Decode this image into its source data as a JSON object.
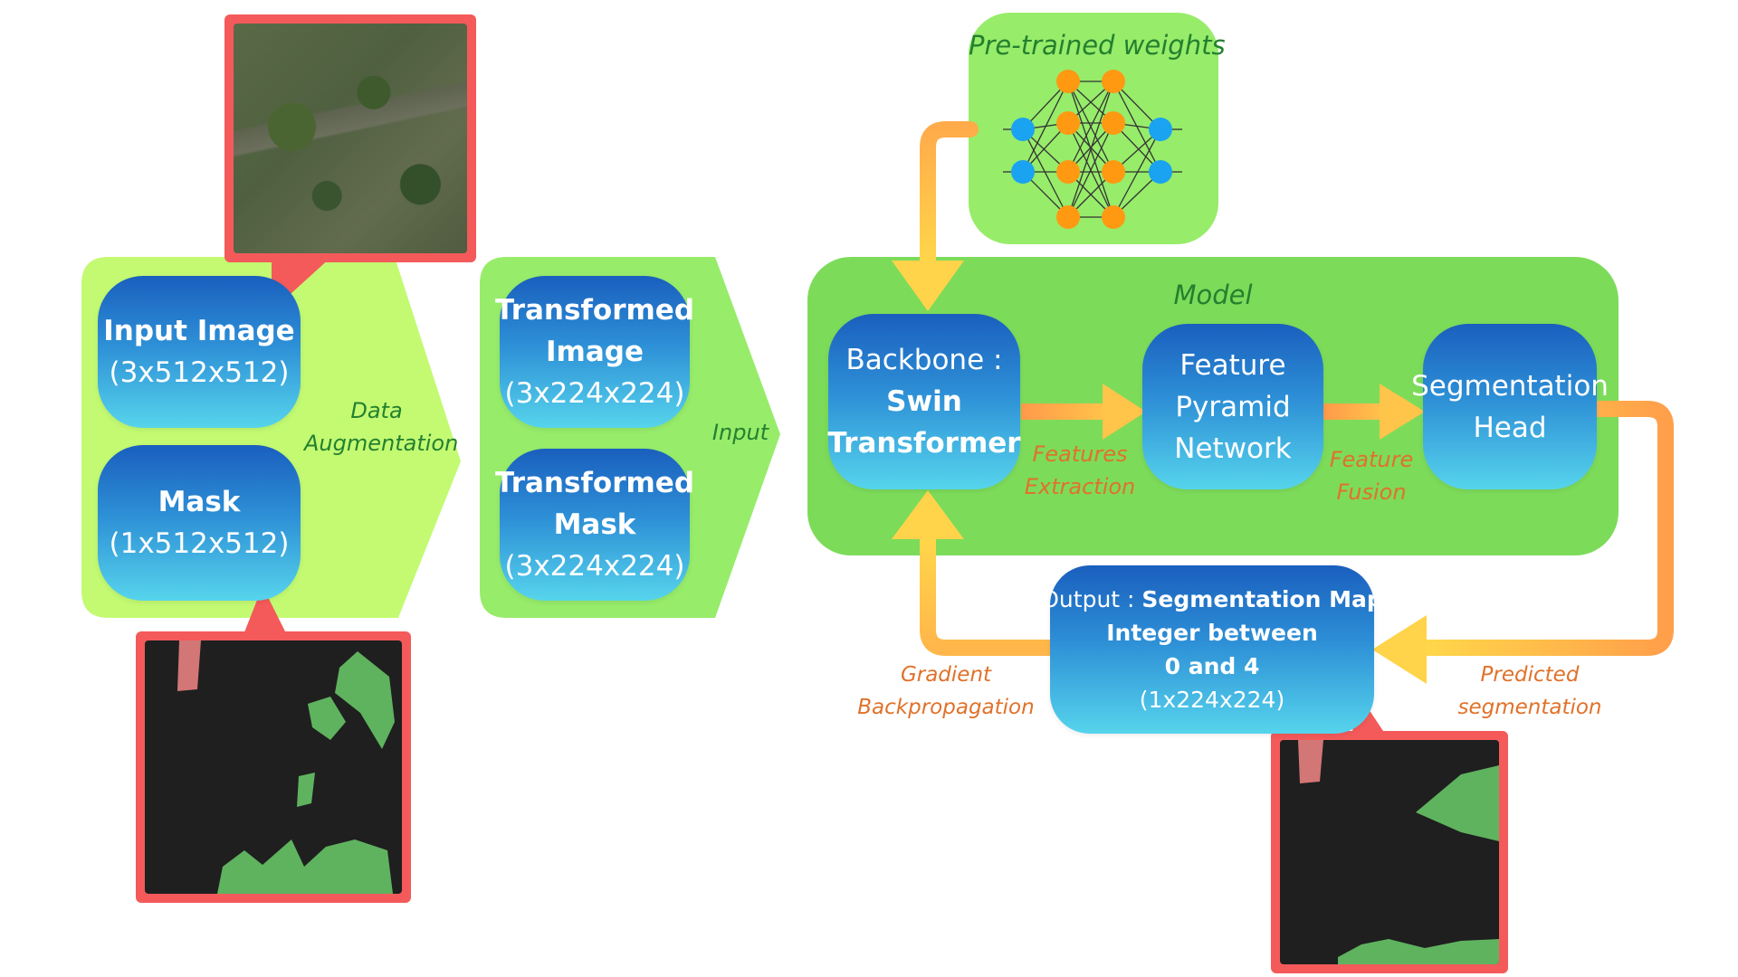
{
  "input_stage": {
    "input_image": {
      "title": "Input Image",
      "dims": "(3x512x512)"
    },
    "mask": {
      "title": "Mask",
      "dims": "(1x512x512)"
    },
    "step_label_1": "Data",
    "step_label_2": "Augmentation"
  },
  "transform_stage": {
    "image": {
      "title_1": "Transformed",
      "title_2": "Image",
      "dims": "(3x224x224)"
    },
    "mask": {
      "title_1": "Transformed",
      "title_2": "Mask",
      "dims": "(3x224x224)"
    },
    "step_label": "Input"
  },
  "pretrained": {
    "label": "Pre-trained weights"
  },
  "model": {
    "title": "Model",
    "backbone": {
      "line_1": "Backbone :",
      "line_2": "Swin",
      "line_3": "Transformer"
    },
    "fpn": {
      "line_1": "Feature",
      "line_2": "Pyramid",
      "line_3": "Network"
    },
    "head": {
      "line_1": "Segmentation",
      "line_2": "Head"
    },
    "edge_1": {
      "line_1": "Features",
      "line_2": "Extraction"
    },
    "edge_2": {
      "line_1": "Feature",
      "line_2": "Fusion"
    }
  },
  "output": {
    "prefix": "Output :",
    "title": "Segmentation Map",
    "line_2": "Integer between",
    "line_3": "0 and 4",
    "dims": "(1x224x224)"
  },
  "loop_labels": {
    "gradient_1": "Gradient",
    "gradient_2": "Backpropagation",
    "predicted_1": "Predicted",
    "predicted_2": "segmentation"
  },
  "colors": {
    "light_green": "#c3fa72",
    "mid_green": "#97ec6a",
    "model_green": "#7ddb5a",
    "thumb_frame": "#f45a5a",
    "arrow_orange": "#ff9f4a",
    "arrow_yellow": "#ffd34a",
    "mask_class_green": "#5fb35f",
    "mask_class_pink": "#d27676",
    "mask_background": "#1f1f1f",
    "nn_orange_node": "#ff9912",
    "nn_blue_node": "#1aa3f0"
  },
  "icons": [
    "satellite-image-thumbnail",
    "mask-thumbnail",
    "neural-network-icon",
    "output-mask-thumbnail"
  ]
}
